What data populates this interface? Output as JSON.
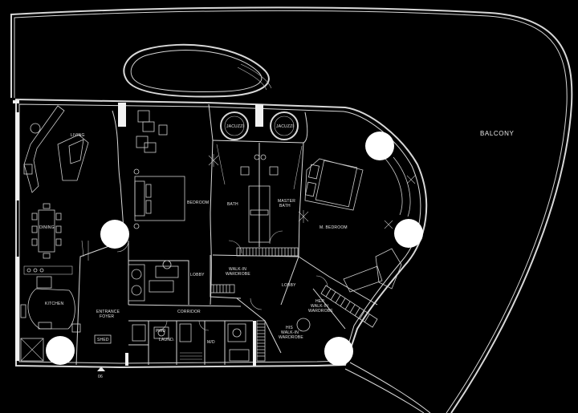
{
  "plan": {
    "rooms": {
      "living": "LIVING",
      "dining": "DINING",
      "kitchen": "KITCHEN",
      "entrance_foyer": [
        "ENTRANCE",
        "FOYER"
      ],
      "bedroom": "BEDROOM",
      "bath": "BATH",
      "master_bath": [
        "MASTER",
        "BATH"
      ],
      "m_bedroom": "M. BEDROOM",
      "walk_in_wardrobe": [
        "WALK-IN",
        "WARDROBE"
      ],
      "his_walk_in_wardrobe": [
        "HIS",
        "WALK-IN",
        "WARDROBE"
      ],
      "hers_walk_in_wardrobe": [
        "HER",
        "WALK-IN",
        "WARDROBE"
      ],
      "lobby_left": "LOBBY",
      "lobby_center": "LOBBY",
      "corridor": "CORRIDOR",
      "balcony": "BALCONY",
      "laundry": "LAUND.",
      "powder": "PWD",
      "maid": "M/D",
      "shed": "SHED",
      "jacuzzi_left": "JACUZZI",
      "jacuzzi_right": "JACUZZI"
    },
    "entrance_number": "06"
  }
}
